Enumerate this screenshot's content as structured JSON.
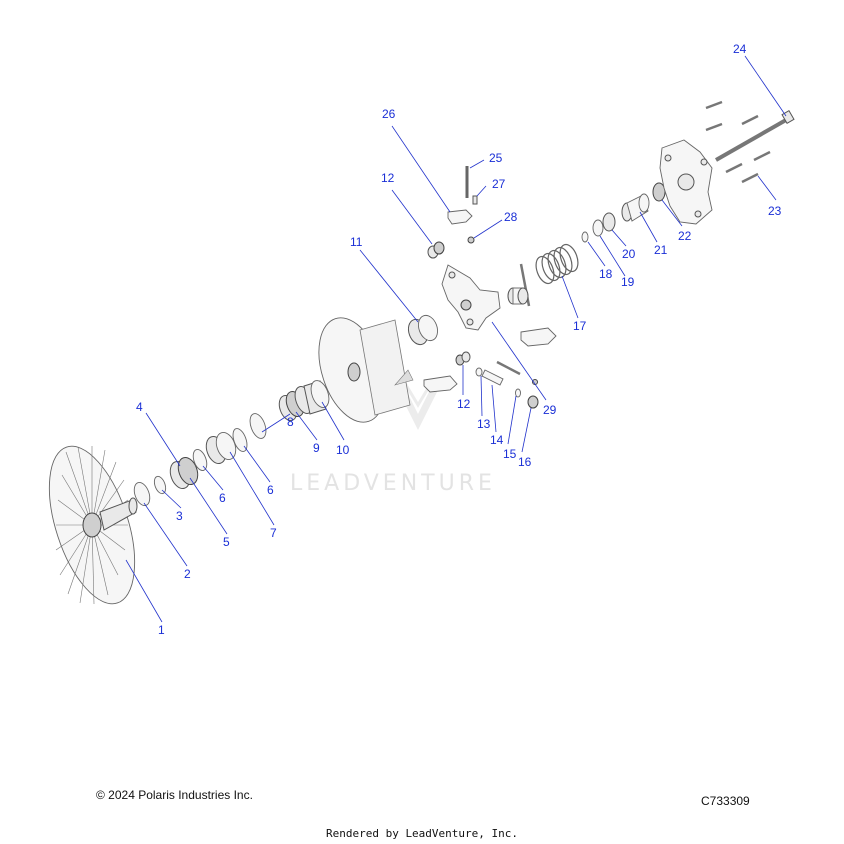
{
  "diagram": {
    "watermark": "LEADVENTURE",
    "callouts": [
      {
        "id": "c1",
        "label": "1"
      },
      {
        "id": "c2",
        "label": "2"
      },
      {
        "id": "c3",
        "label": "3"
      },
      {
        "id": "c4",
        "label": "4"
      },
      {
        "id": "c5",
        "label": "5"
      },
      {
        "id": "c6a",
        "label": "6"
      },
      {
        "id": "c6b",
        "label": "6"
      },
      {
        "id": "c7",
        "label": "7"
      },
      {
        "id": "c8",
        "label": "8"
      },
      {
        "id": "c9",
        "label": "9"
      },
      {
        "id": "c10",
        "label": "10"
      },
      {
        "id": "c11",
        "label": "11"
      },
      {
        "id": "c12a",
        "label": "12"
      },
      {
        "id": "c12b",
        "label": "12"
      },
      {
        "id": "c13",
        "label": "13"
      },
      {
        "id": "c14",
        "label": "14"
      },
      {
        "id": "c15",
        "label": "15"
      },
      {
        "id": "c16",
        "label": "16"
      },
      {
        "id": "c17",
        "label": "17"
      },
      {
        "id": "c18",
        "label": "18"
      },
      {
        "id": "c19",
        "label": "19"
      },
      {
        "id": "c20",
        "label": "20"
      },
      {
        "id": "c21",
        "label": "21"
      },
      {
        "id": "c22",
        "label": "22"
      },
      {
        "id": "c23",
        "label": "23"
      },
      {
        "id": "c24",
        "label": "24"
      },
      {
        "id": "c25",
        "label": "25"
      },
      {
        "id": "c26",
        "label": "26"
      },
      {
        "id": "c27",
        "label": "27"
      },
      {
        "id": "c28",
        "label": "28"
      },
      {
        "id": "c29",
        "label": "29"
      }
    ]
  },
  "footer": {
    "copyright": "© 2024 Polaris Industries Inc.",
    "diagram_id": "C733309",
    "rendered_by": "Rendered by LeadVenture, Inc."
  }
}
